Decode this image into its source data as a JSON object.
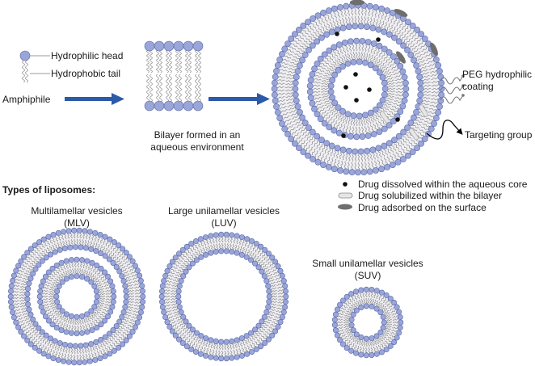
{
  "amphiphile": {
    "head_label": "Hydrophilic head",
    "tail_label": "Hydrophobic tail",
    "name": "Amphiphile"
  },
  "bilayer": {
    "caption_line1": "Bilayer formed in an",
    "caption_line2": "aqueous environment"
  },
  "liposome": {
    "peg_line1": "PEG hydrophilic",
    "peg_line2": "coating",
    "targeting": "Targeting group"
  },
  "legend": {
    "items": [
      {
        "icon": "dot-icon",
        "label": "Drug dissolved within the aqueous core"
      },
      {
        "icon": "capsule-light-icon",
        "label": "Drug solubilized within the bilayer"
      },
      {
        "icon": "ellipse-dark-icon",
        "label": "Drug adsorbed on the surface"
      }
    ]
  },
  "types": {
    "title": "Types of liposomes:",
    "mlv": {
      "line1": "Multilamellar vesicles",
      "line2": "(MLV)"
    },
    "luv": {
      "line1": "Large unilamellar vesicles",
      "line2": "(LUV)"
    },
    "suv": {
      "line1": "Small unilamellar vesicles",
      "line2": "(SUV)"
    }
  },
  "colors": {
    "head_fill": "#9aa6d8",
    "head_stroke": "#5a67a8",
    "tail": "#8a8a8a",
    "arrow": "#2b5aa8",
    "drug_dot": "#111111",
    "drug_surface": "#6e6e6e",
    "drug_bilayer": "#e6e6e6"
  }
}
